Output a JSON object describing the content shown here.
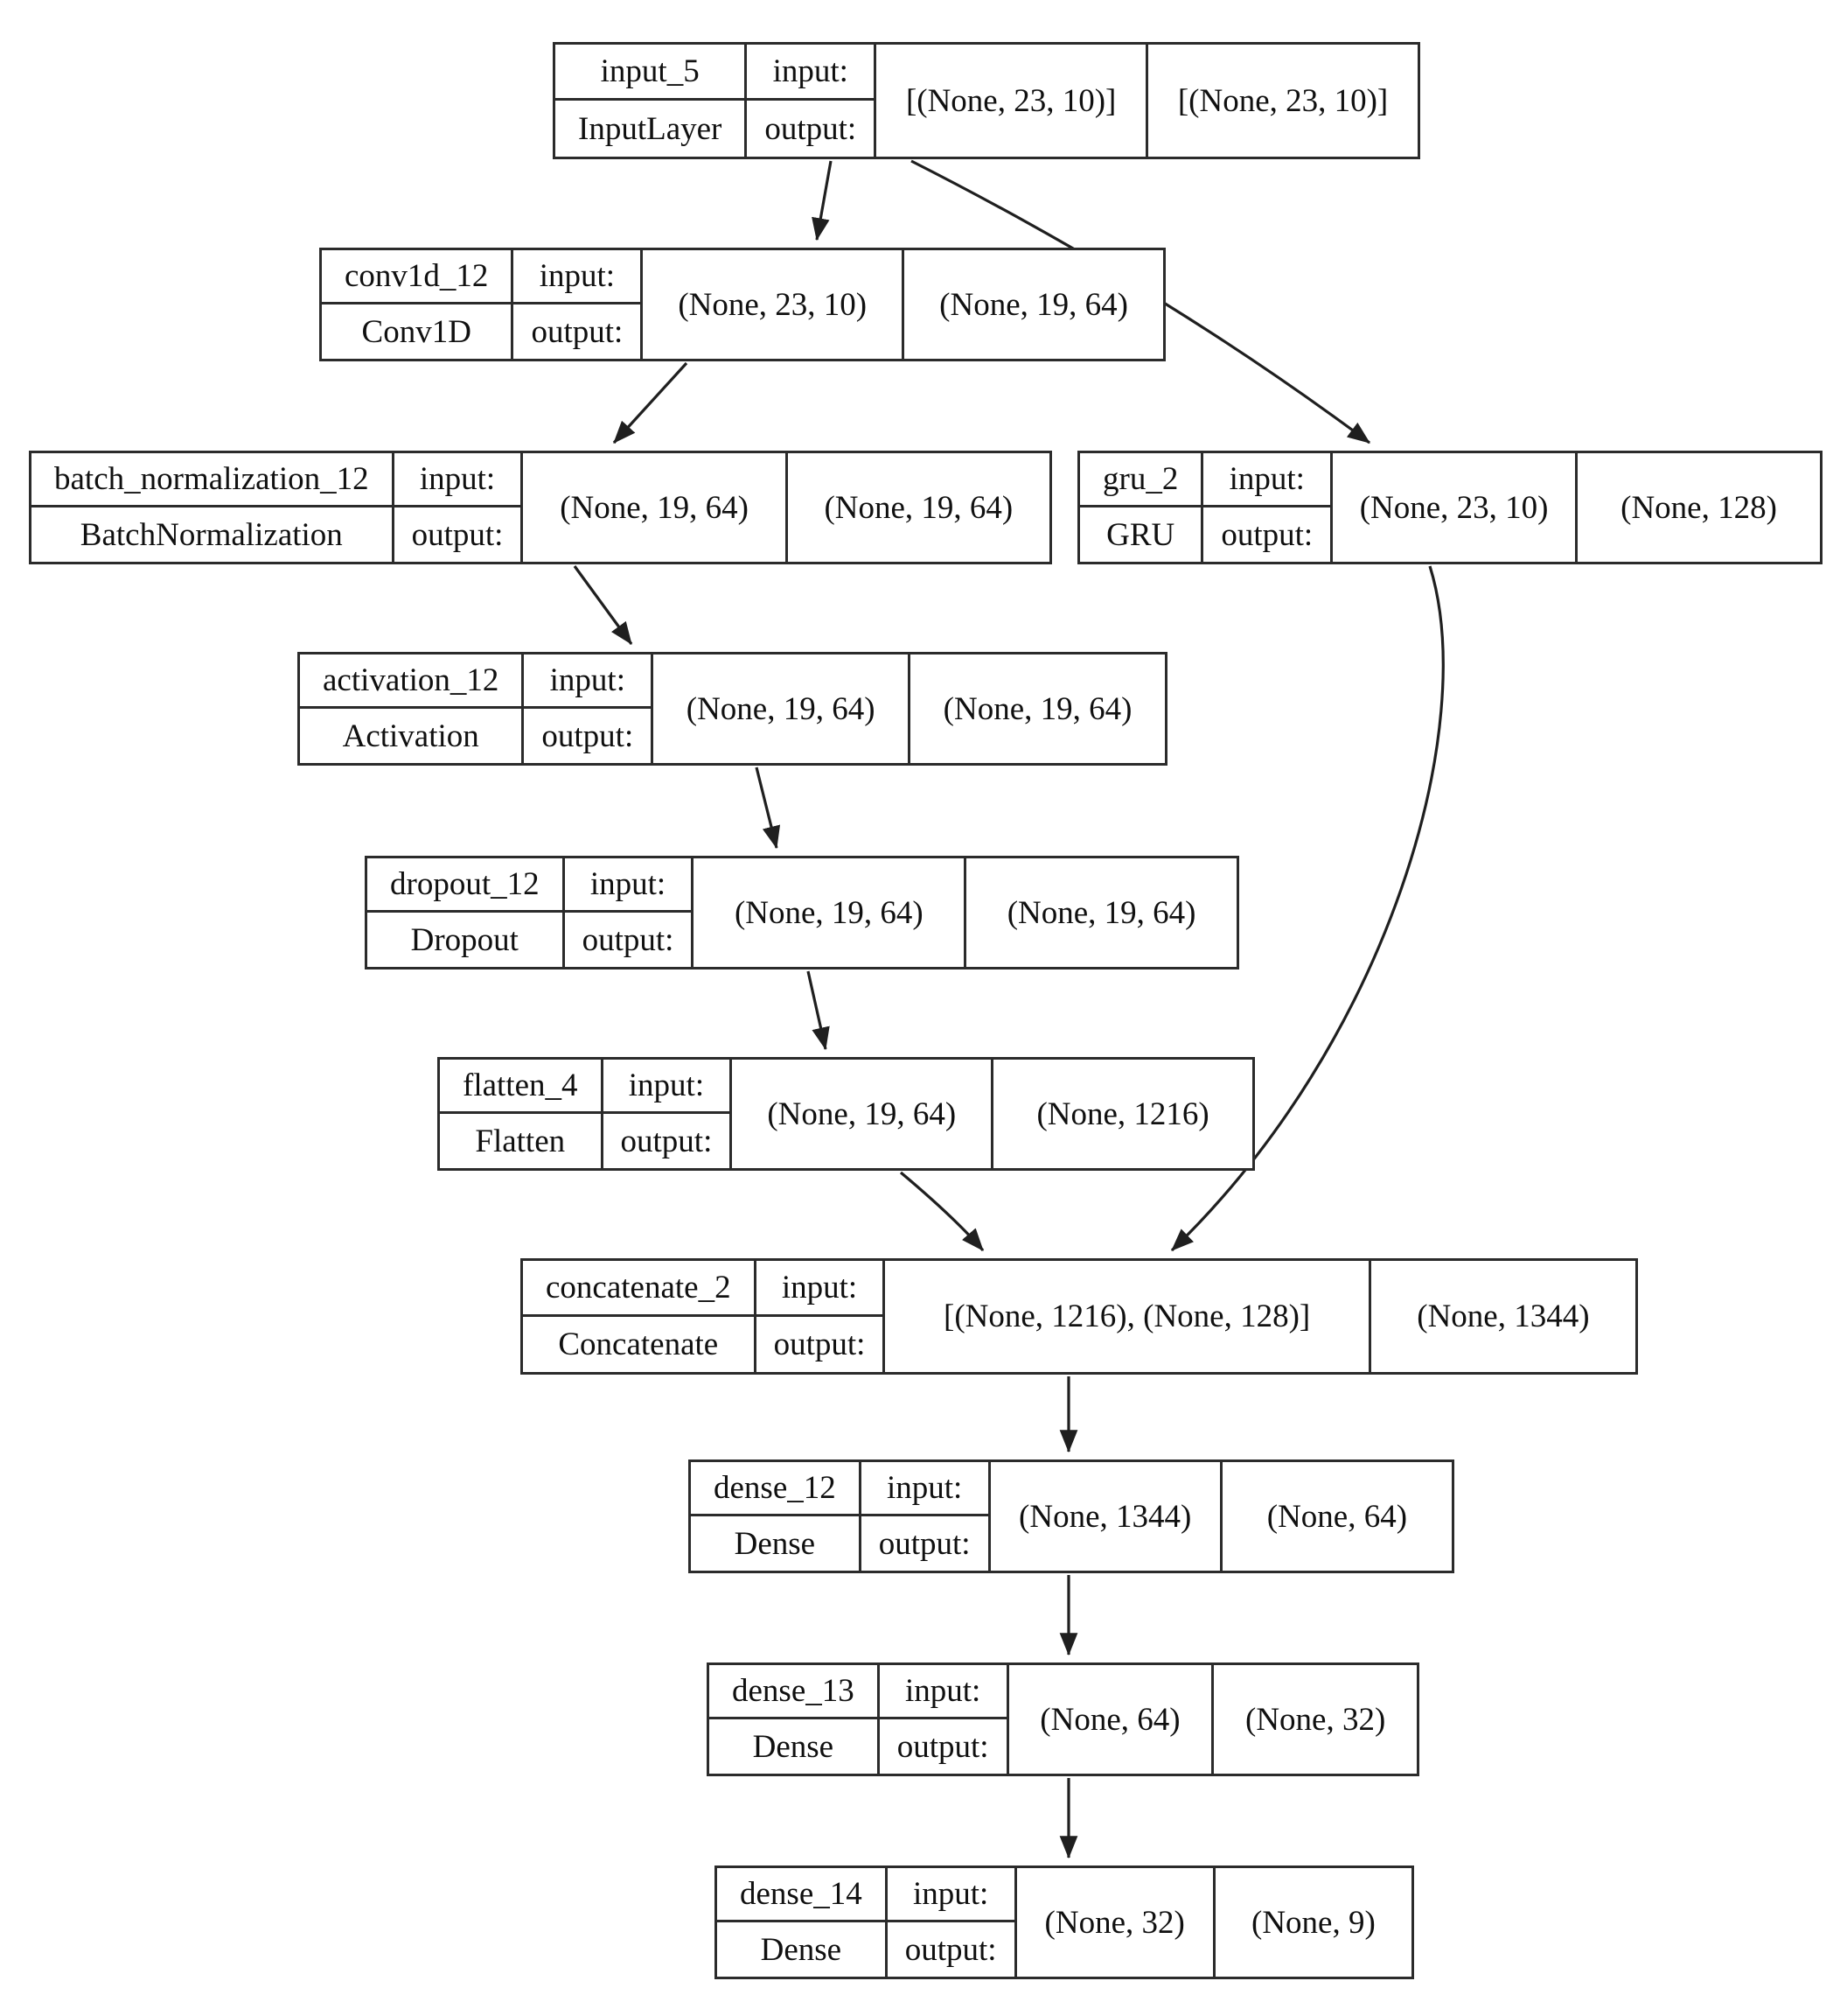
{
  "diagram": {
    "io_labels": {
      "input": "input:",
      "output": "output:"
    },
    "nodes": [
      {
        "id": "input_5",
        "name": "input_5",
        "class_name": "InputLayer",
        "input_shape": "[(None, 23, 10)]",
        "output_shape": "[(None, 23, 10)]"
      },
      {
        "id": "conv1d_12",
        "name": "conv1d_12",
        "class_name": "Conv1D",
        "input_shape": "(None, 23, 10)",
        "output_shape": "(None, 19, 64)"
      },
      {
        "id": "batch_normalization_12",
        "name": "batch_normalization_12",
        "class_name": "BatchNormalization",
        "input_shape": "(None, 19, 64)",
        "output_shape": "(None, 19, 64)"
      },
      {
        "id": "gru_2",
        "name": "gru_2",
        "class_name": "GRU",
        "input_shape": "(None, 23, 10)",
        "output_shape": "(None, 128)"
      },
      {
        "id": "activation_12",
        "name": "activation_12",
        "class_name": "Activation",
        "input_shape": "(None, 19, 64)",
        "output_shape": "(None, 19, 64)"
      },
      {
        "id": "dropout_12",
        "name": "dropout_12",
        "class_name": "Dropout",
        "input_shape": "(None, 19, 64)",
        "output_shape": "(None, 19, 64)"
      },
      {
        "id": "flatten_4",
        "name": "flatten_4",
        "class_name": "Flatten",
        "input_shape": "(None, 19, 64)",
        "output_shape": "(None, 1216)"
      },
      {
        "id": "concatenate_2",
        "name": "concatenate_2",
        "class_name": "Concatenate",
        "input_shape": "[(None, 1216), (None, 128)]",
        "output_shape": "(None, 1344)"
      },
      {
        "id": "dense_12",
        "name": "dense_12",
        "class_name": "Dense",
        "input_shape": "(None, 1344)",
        "output_shape": "(None, 64)"
      },
      {
        "id": "dense_13",
        "name": "dense_13",
        "class_name": "Dense",
        "input_shape": "(None, 64)",
        "output_shape": "(None, 32)"
      },
      {
        "id": "dense_14",
        "name": "dense_14",
        "class_name": "Dense",
        "input_shape": "(None, 32)",
        "output_shape": "(None, 9)"
      }
    ],
    "edges": [
      {
        "from": "input_5",
        "to": "conv1d_12"
      },
      {
        "from": "input_5",
        "to": "gru_2"
      },
      {
        "from": "conv1d_12",
        "to": "batch_normalization_12"
      },
      {
        "from": "batch_normalization_12",
        "to": "activation_12"
      },
      {
        "from": "activation_12",
        "to": "dropout_12"
      },
      {
        "from": "dropout_12",
        "to": "flatten_4"
      },
      {
        "from": "flatten_4",
        "to": "concatenate_2"
      },
      {
        "from": "gru_2",
        "to": "concatenate_2"
      },
      {
        "from": "concatenate_2",
        "to": "dense_12"
      },
      {
        "from": "dense_12",
        "to": "dense_13"
      },
      {
        "from": "dense_13",
        "to": "dense_14"
      }
    ],
    "colors": {
      "line": "#1f1f1f",
      "border": "#2b2b2b",
      "background": "#ffffff",
      "text": "#101010"
    }
  }
}
